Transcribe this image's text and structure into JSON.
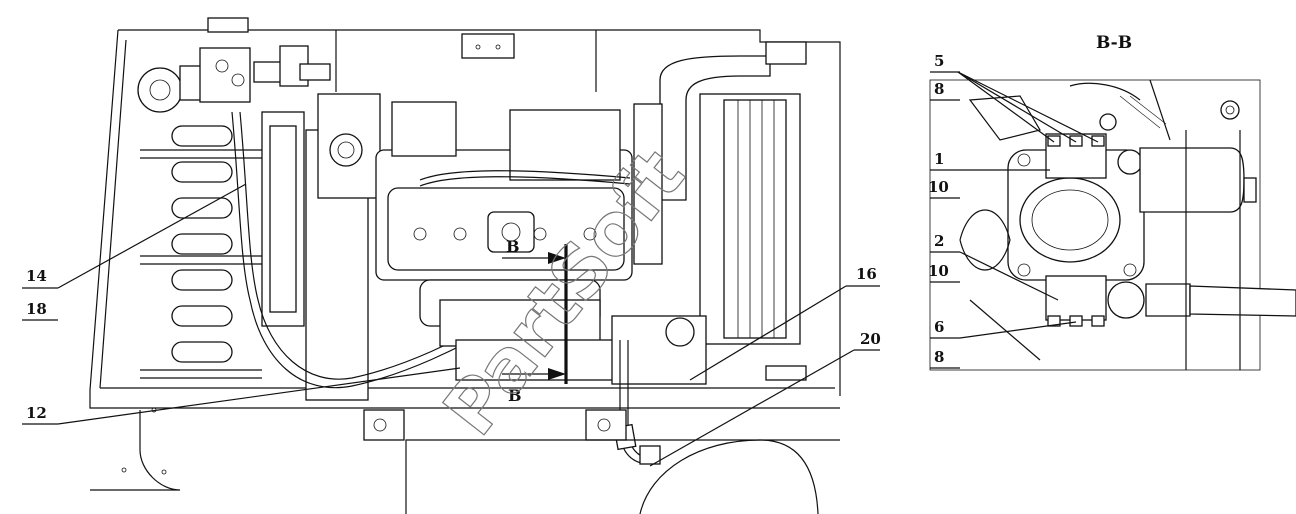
{
  "section_view": {
    "title": "B-B"
  },
  "section_markers": [
    "B",
    "B"
  ],
  "watermark": "PartSoft",
  "callouts_left": [
    "14",
    "18",
    "12",
    "16",
    "20"
  ],
  "callouts_right": [
    "5",
    "8",
    "1",
    "10",
    "2",
    "10",
    "6",
    "8"
  ]
}
